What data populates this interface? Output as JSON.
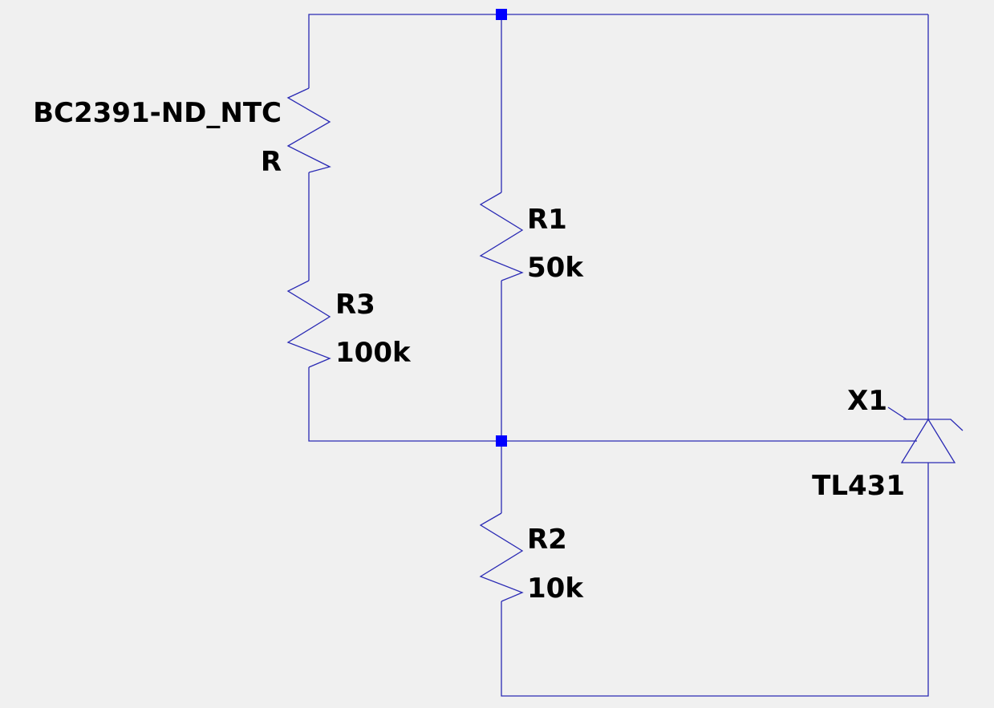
{
  "colors": {
    "wire": "#2a2ab4",
    "junction": "#0000ff",
    "background": "#f0f0f0",
    "text": "#000000"
  },
  "components": {
    "ntc": {
      "name": "BC2391-ND_NTC",
      "value": "R"
    },
    "r1": {
      "name": "R1",
      "value": "50k"
    },
    "r2": {
      "name": "R2",
      "value": "10k"
    },
    "r3": {
      "name": "R3",
      "value": "100k"
    },
    "x1": {
      "name": "X1",
      "value": "TL431"
    }
  }
}
